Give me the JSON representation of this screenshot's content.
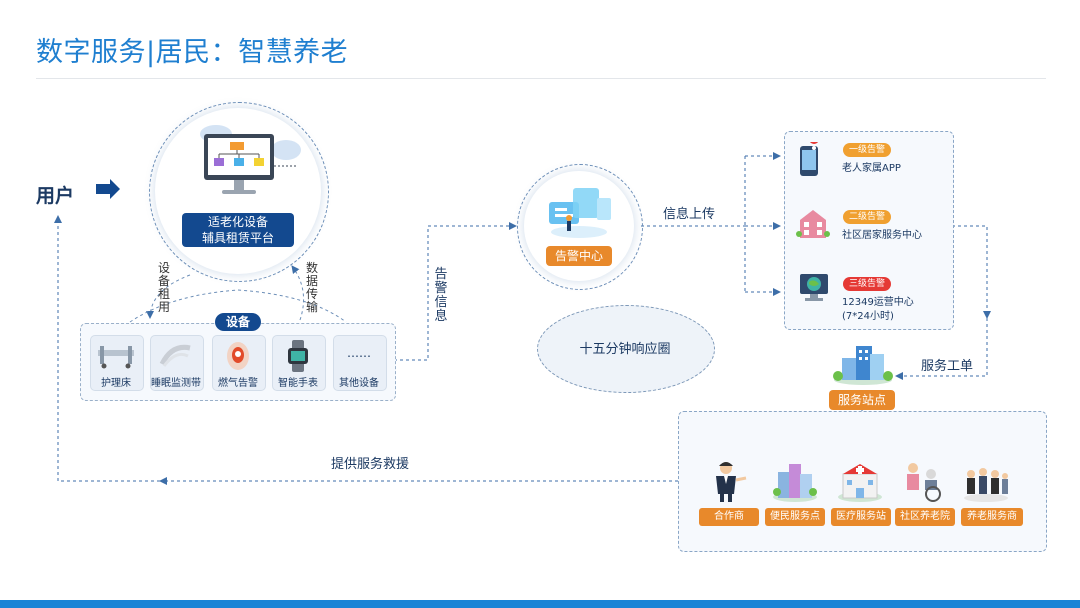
{
  "page": {
    "title": "数字服务|居民：智慧养老"
  },
  "user": {
    "label": "用户"
  },
  "platform": {
    "line1": "适老化设备",
    "line2": "辅具租赁平台"
  },
  "edges": {
    "rent": "设备租用",
    "transfer": "数据传输",
    "alarm_info": "告警信息",
    "upload": "信息上传",
    "work_order": "服务工单",
    "rescue": "提供服务救援"
  },
  "devices": {
    "title": "设备",
    "items": [
      {
        "label": "护理床",
        "icon": "nursing-bed-icon"
      },
      {
        "label": "睡眠监测带",
        "icon": "sleep-belt-icon"
      },
      {
        "label": "燃气告警",
        "icon": "gas-alarm-icon"
      },
      {
        "label": "智能手表",
        "icon": "smart-watch-icon"
      },
      {
        "label": "其他设备",
        "icon": "more-dots-icon",
        "glyph": "……"
      }
    ]
  },
  "alarm_center": {
    "label": "告警中心"
  },
  "response_circle": {
    "label": "十五分钟响应圈"
  },
  "alerts": [
    {
      "badge": "一级告警",
      "text": "老人家属APP",
      "color": "#f0a030",
      "icon": "phone-location-icon"
    },
    {
      "badge": "二级告警",
      "text": "社区居家服务中心",
      "color": "#f0a030",
      "icon": "building-icon"
    },
    {
      "badge": "三级告警",
      "text": "12349运营中心",
      "subtext": "(7*24小时)",
      "color": "#e53935",
      "icon": "monitor-globe-icon"
    }
  ],
  "service_station": {
    "label": "服务站点"
  },
  "services": [
    {
      "label": "合作商",
      "icon": "partner-person-icon"
    },
    {
      "label": "便民服务点",
      "icon": "service-buildings-icon"
    },
    {
      "label": "医疗服务站",
      "icon": "hospital-icon"
    },
    {
      "label": "社区养老院",
      "icon": "elderly-care-icon"
    },
    {
      "label": "养老服务商",
      "icon": "service-team-icon"
    }
  ],
  "colors": {
    "title": "#1f7fd0",
    "navy": "#13498f",
    "orange": "#e8892b",
    "line": "#3d6ea8"
  }
}
